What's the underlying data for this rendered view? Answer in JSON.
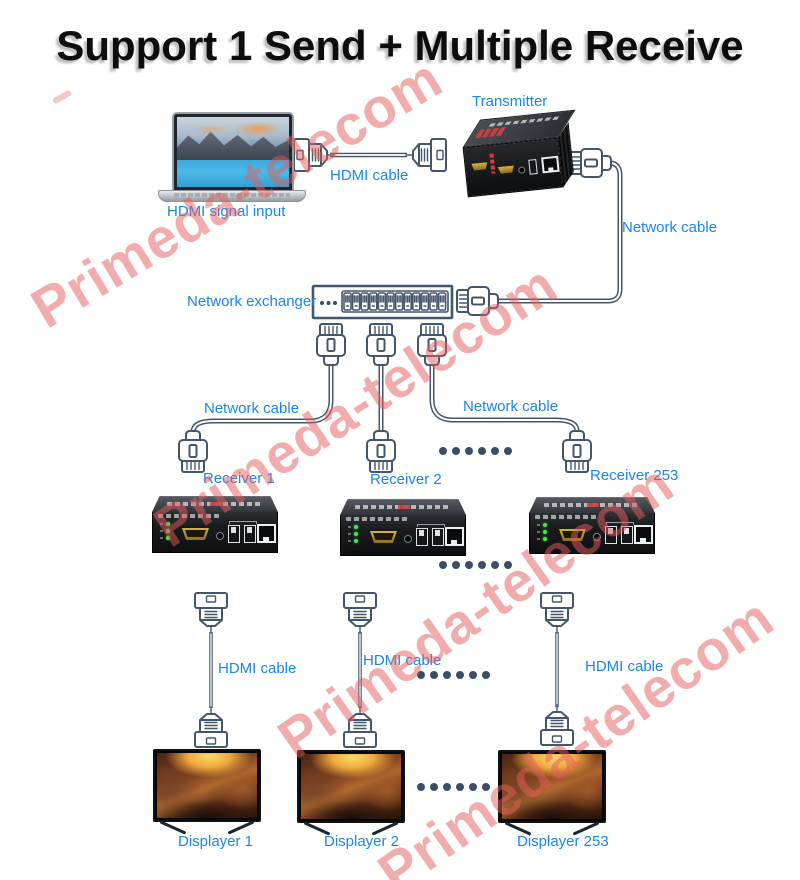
{
  "title": "Support 1 Send + Multiple Receive",
  "watermark": {
    "text": "Primeda-telecom"
  },
  "labels": {
    "source": "HDMI signal input",
    "transmitter": "Transmitter",
    "hdmi_cable": "HDMI cable",
    "network_cable": "Network cable",
    "switch": "Network exchanger"
  },
  "receivers": [
    {
      "label": "Receiver 1"
    },
    {
      "label": "Receiver 2"
    },
    {
      "label": "Receiver 253"
    }
  ],
  "displays": [
    {
      "label": "Displayer 1"
    },
    {
      "label": "Displayer 2"
    },
    {
      "label": "Displayer 253"
    }
  ],
  "colors": {
    "label_blue": "#1a86e8",
    "line": "#44566b",
    "wm_color": "#e45e5e"
  }
}
